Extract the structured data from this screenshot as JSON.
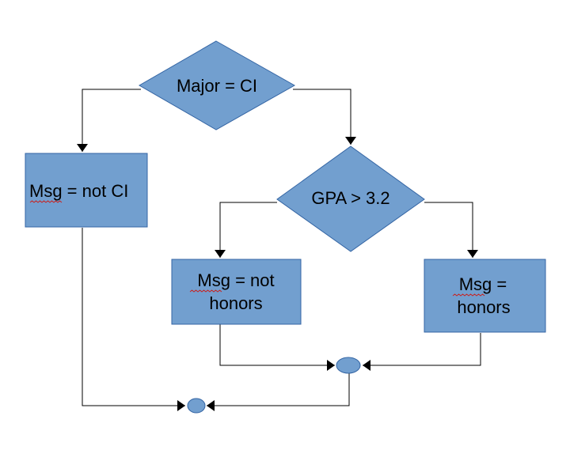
{
  "colors": {
    "shape_fill": "#729fcf",
    "shape_stroke": "#3465a4",
    "line": "#000000",
    "spellcheck_underline": "#c9211e"
  },
  "nodes": {
    "decision_major": {
      "label": "Major = CI"
    },
    "process_not_ci": {
      "label_word": "Msg",
      "label_rest": " = not CI"
    },
    "decision_gpa": {
      "label": "GPA > 3.2"
    },
    "process_not_honors": {
      "label_word": "Msg",
      "label_rest": " = not",
      "label_line2": "honors"
    },
    "process_honors": {
      "label_word": "Msg",
      "label_rest": " =",
      "label_line2": "honors"
    },
    "connector_inner": {
      "label": ""
    },
    "connector_outer": {
      "label": ""
    }
  }
}
